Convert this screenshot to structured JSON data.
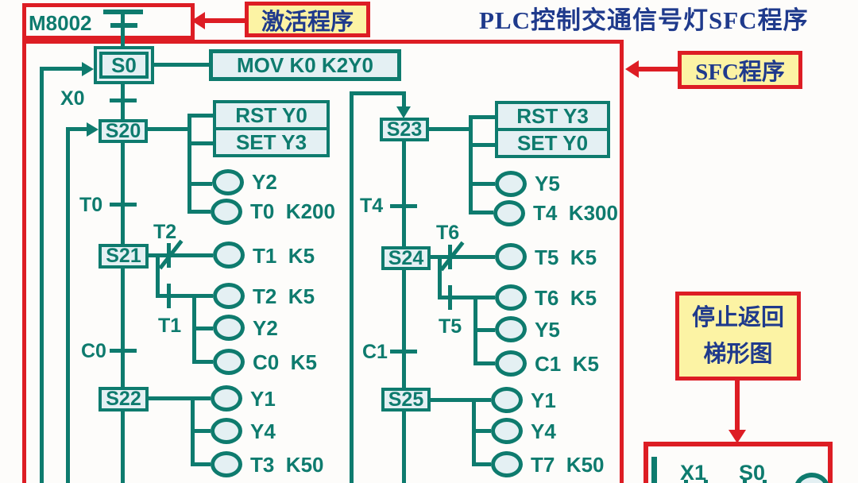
{
  "title": "PLC控制交通信号灯SFC程序",
  "colors": {
    "teal": "#0e7b6e",
    "red": "#dd1d24",
    "yellow": "#fcf3a4",
    "navy": "#1f3a8c",
    "box_fill": "#e4f0f3"
  },
  "callouts": {
    "activate": "激活程序",
    "sfc": "SFC程序",
    "stop_line1": "停止返回",
    "stop_line2": "梯形图"
  },
  "init_contact": "M8002",
  "steps": {
    "s0": "S0",
    "s20": "S20",
    "s21": "S21",
    "s22": "S22",
    "s23": "S23",
    "s24": "S24",
    "s25": "S25"
  },
  "transitions": {
    "x0": "X0",
    "t0": "T0",
    "c0": "C0",
    "t4": "T4",
    "c1": "C1"
  },
  "contacts": {
    "t2": "T2",
    "t1": "T1",
    "t6": "T6",
    "t5": "T5"
  },
  "actions": {
    "s0_mov": "MOV K0 K2Y0",
    "s20_rst": "RST Y0",
    "s20_set": "SET Y3",
    "s20_coils": [
      "Y2",
      "T0  K200"
    ],
    "s21_coils": [
      "T1  K5",
      "T2  K5",
      "Y2",
      "C0  K5"
    ],
    "s22_coils": [
      "Y1",
      "Y4",
      "T3  K50"
    ],
    "s23_rst": "RST Y3",
    "s23_set": "SET Y0",
    "s23_coils": [
      "Y5",
      "T4  K300"
    ],
    "s24_coils": [
      "T5  K5",
      "T6  K5",
      "Y5",
      "C1  K5"
    ],
    "s25_coils": [
      "Y1",
      "Y4",
      "T7  K50"
    ]
  },
  "ladder": {
    "x1": "X1",
    "s0": "S0"
  }
}
